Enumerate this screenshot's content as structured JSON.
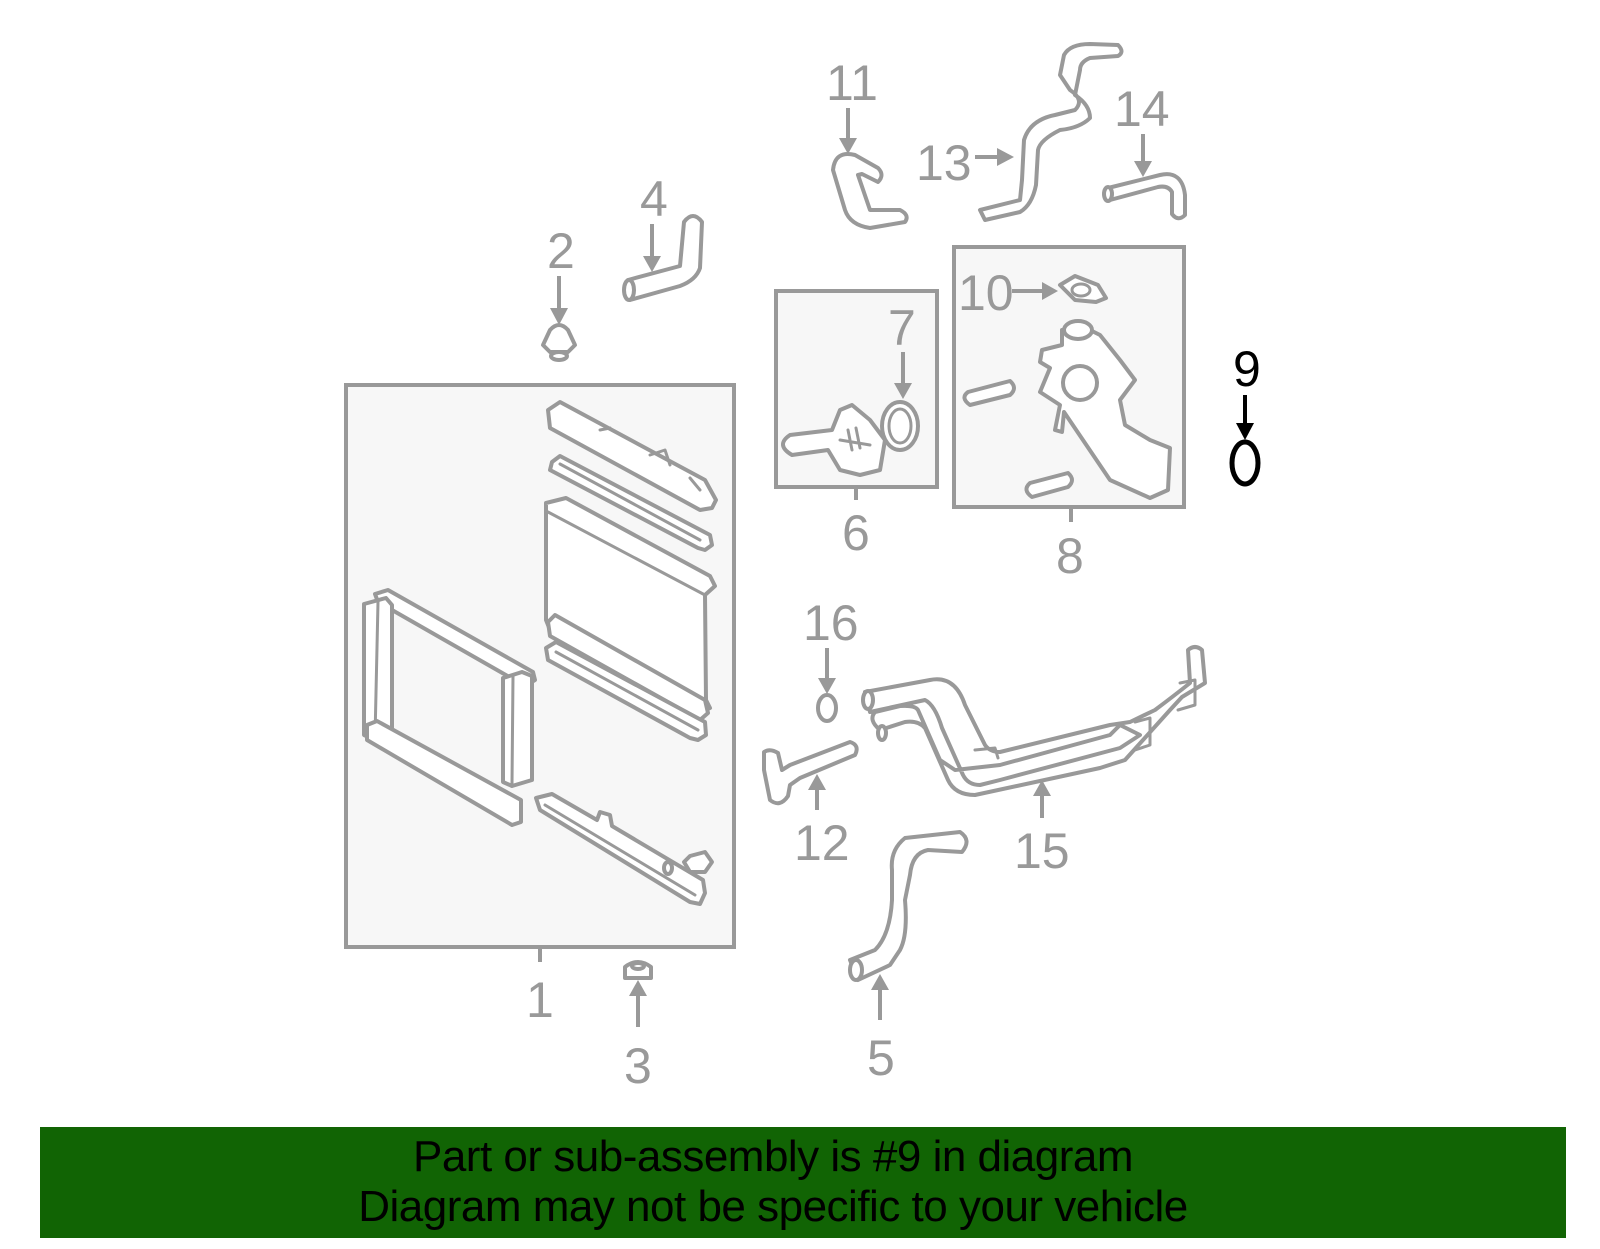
{
  "diagram": {
    "title": "Radiator & cooling components exploded parts diagram",
    "highlighted_part": "9",
    "highlight_color": "#000000",
    "callout_color": "#999999",
    "callouts": [
      {
        "id": "1",
        "label": "1"
      },
      {
        "id": "2",
        "label": "2"
      },
      {
        "id": "3",
        "label": "3"
      },
      {
        "id": "4",
        "label": "4"
      },
      {
        "id": "5",
        "label": "5"
      },
      {
        "id": "6",
        "label": "6"
      },
      {
        "id": "7",
        "label": "7"
      },
      {
        "id": "8",
        "label": "8"
      },
      {
        "id": "9",
        "label": "9"
      },
      {
        "id": "10",
        "label": "10"
      },
      {
        "id": "11",
        "label": "11"
      },
      {
        "id": "12",
        "label": "12"
      },
      {
        "id": "13",
        "label": "13"
      },
      {
        "id": "14",
        "label": "14"
      },
      {
        "id": "15",
        "label": "15"
      },
      {
        "id": "16",
        "label": "16"
      }
    ]
  },
  "banner": {
    "background": "#116404",
    "line1": "Part or sub-assembly is #9 in diagram",
    "line2": "Diagram may not be specific to your vehicle"
  }
}
